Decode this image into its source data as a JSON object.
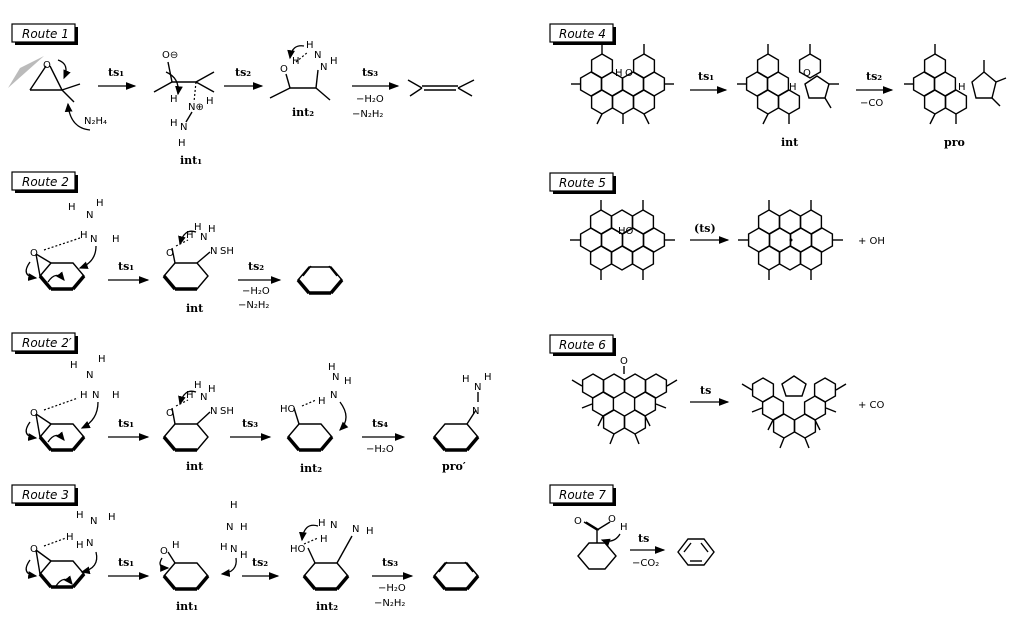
{
  "routes": {
    "r1": "Route 1",
    "r2": "Route 2",
    "r2p": "Route 2′",
    "r3": "Route 3",
    "r4": "Route 4",
    "r5": "Route 5",
    "r6": "Route 6",
    "r7": "Route 7"
  },
  "labels": {
    "ts1": "ts₁",
    "ts2": "ts₂",
    "ts3": "ts₃",
    "ts4": "ts₄",
    "ts": "ts",
    "ts_paren": "(ts)",
    "int": "int",
    "int1": "int₁",
    "int2": "int₂",
    "pro": "pro",
    "pro_prime": "pro′",
    "minus_h2o": "−H₂O",
    "minus_n2h2": "−N₂H₂",
    "minus_co": "−CO",
    "minus_co2": "−CO₂",
    "plus_oh": "+ OH",
    "plus_co": "+ CO",
    "n2h4": "N₂H₄",
    "atom_h": "H",
    "atom_n": "N",
    "atom_o": "O",
    "atom_sh": "SH",
    "atom_ho": "HO",
    "atom_oh": "OH",
    "atom_o_minus": "O⊖",
    "atom_n_plus": "N⊕"
  }
}
